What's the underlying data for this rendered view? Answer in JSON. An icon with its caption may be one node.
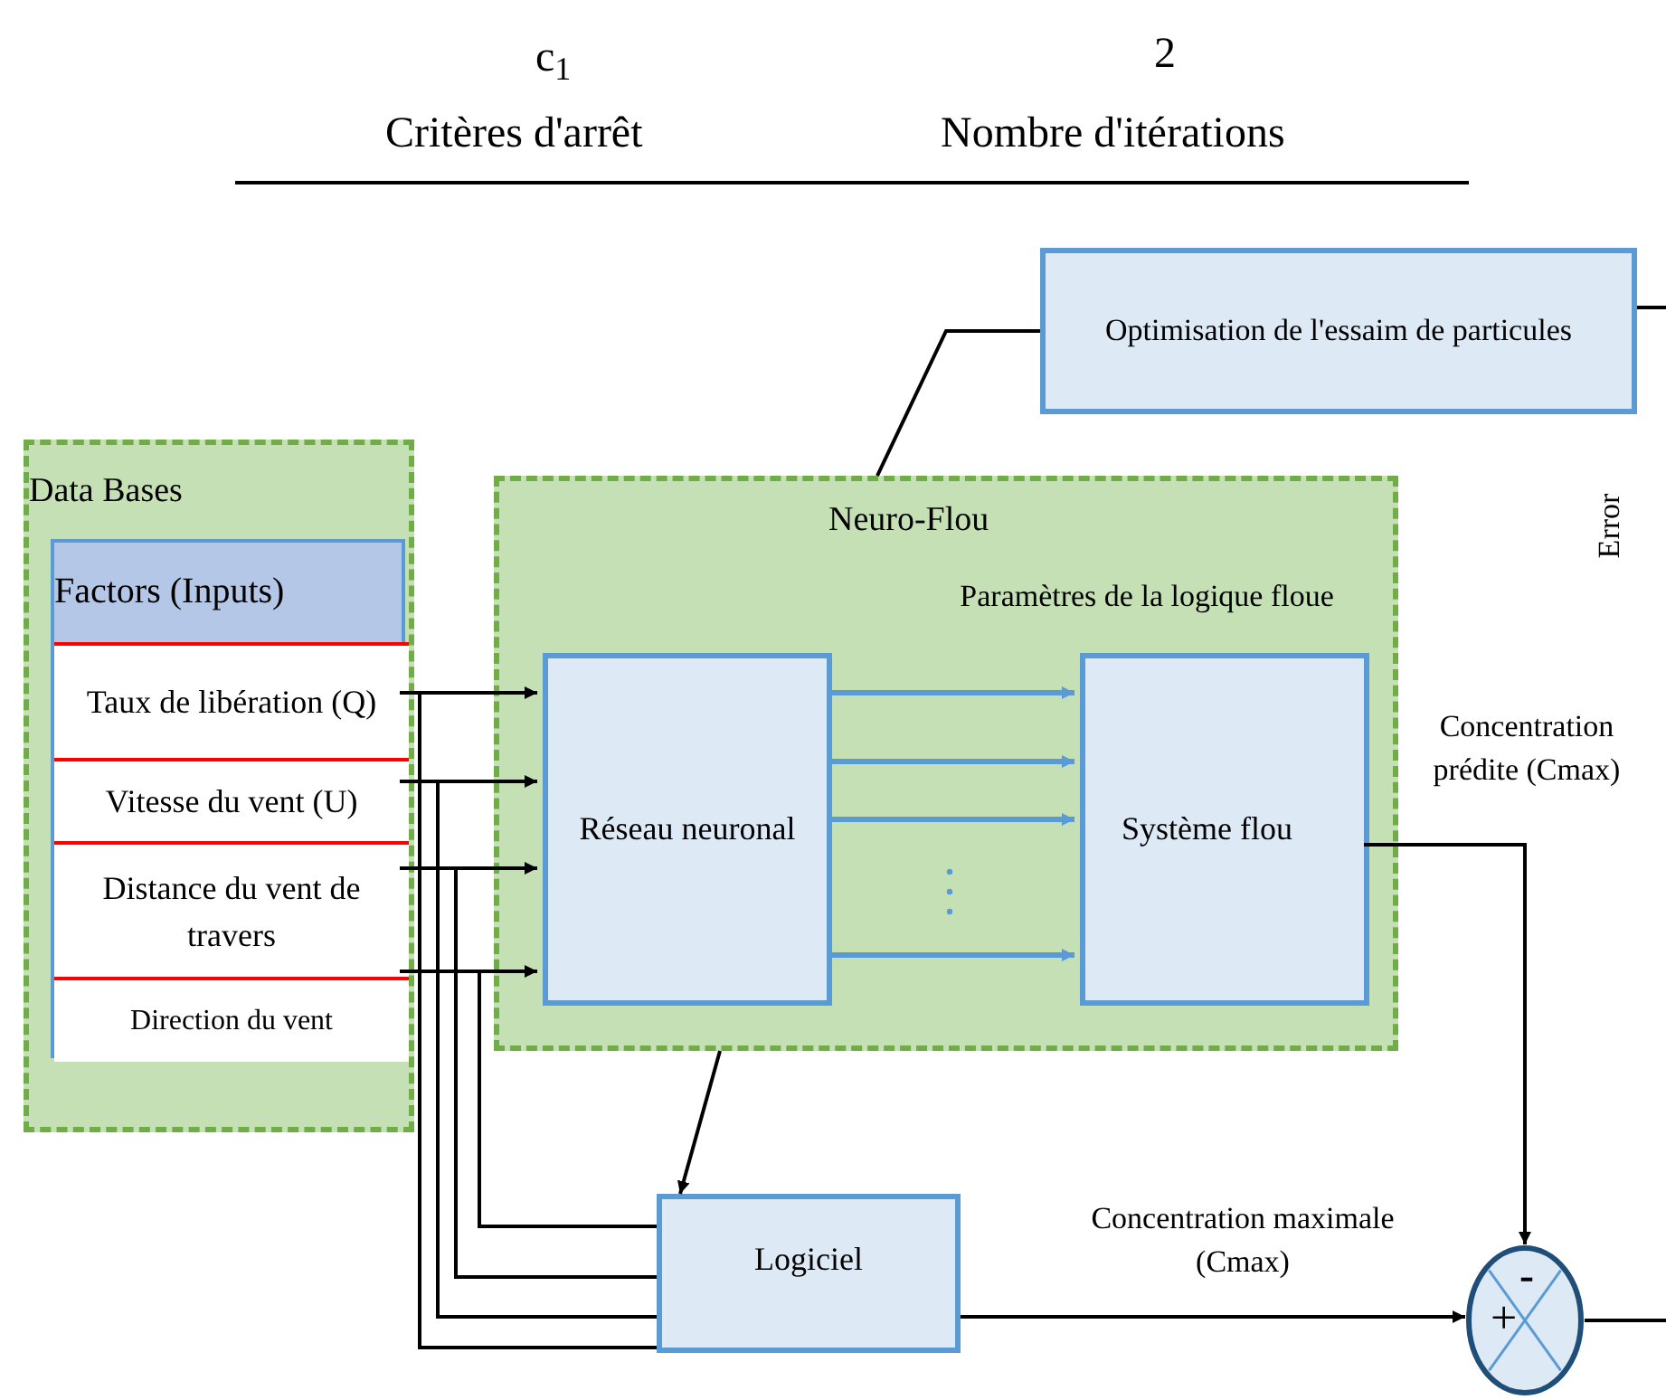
{
  "diagram": {
    "nodes": [
      {
        "text": [
          "Data Bases"
        ]
      },
      {
        "text": [
          "Factors (Inputs)"
        ],
        "in": 0
      },
      {
        "text": [
          "Taux de libération (Q)"
        ],
        "in": 1
      },
      {
        "text": [
          "Vitesse du vent (U)"
        ],
        "in": 1
      },
      {
        "text": [
          "Distance du vent de travers"
        ],
        "in": 1
      },
      {
        "text": [
          "Direction du vent"
        ],
        "in": 1
      },
      {
        "text": [
          "Neuro-Flou",
          "Paramètres de la logique floue"
        ]
      },
      {
        "text": [
          "Réseau neuronal"
        ],
        "in": 6
      },
      {
        "text": [
          "Système flou"
        ],
        "in": 6
      },
      {
        "text": [
          "Optimisation de l'essaim de particules"
        ]
      },
      {
        "text": [
          "Logiciel"
        ]
      },
      {
        "text": [
          "-",
          "+"
        ]
      }
    ],
    "edges": [
      {
        "from": 2,
        "to": 7,
        "arrow": "to"
      },
      {
        "from": 3,
        "to": 7,
        "arrow": "to"
      },
      {
        "from": 4,
        "to": 7,
        "arrow": "to"
      },
      {
        "from": 5,
        "to": 7,
        "arrow": "to"
      },
      {
        "from": 2,
        "to": 10,
        "arrow": "none"
      },
      {
        "from": 3,
        "to": 10,
        "arrow": "none"
      },
      {
        "from": 4,
        "to": 10,
        "arrow": "none"
      },
      {
        "from": 5,
        "to": 10,
        "arrow": "none"
      },
      {
        "from": 7,
        "to": 8,
        "arrow": "to",
        "color": "#5b9bd5"
      },
      {
        "from": 7,
        "to": 8,
        "arrow": "to",
        "color": "#5b9bd5"
      },
      {
        "from": 7,
        "to": 8,
        "arrow": "to",
        "color": "#5b9bd5"
      },
      {
        "from": 7,
        "to": 8,
        "arrow": "to",
        "color": "#5b9bd5"
      },
      {
        "from": 9,
        "to": 6,
        "arrow": "none"
      },
      {
        "from": 6,
        "to": 10,
        "arrow": "to"
      },
      {
        "from": 8,
        "to": 11,
        "arrow": "to"
      },
      {
        "from": 10,
        "to": 11,
        "arrow": "to",
        "label": "Concentration maximale (Cmax)"
      },
      {
        "from": 9,
        "to": null,
        "arrow": "none"
      },
      {
        "from": 11,
        "to": null,
        "arrow": "none"
      }
    ],
    "labels": [
      "c$_{1}$",
      "2",
      "Critères d'arrêt",
      "Nombre d'itérations",
      "Error",
      "Concentration prédite (Cmax)"
    ]
  }
}
